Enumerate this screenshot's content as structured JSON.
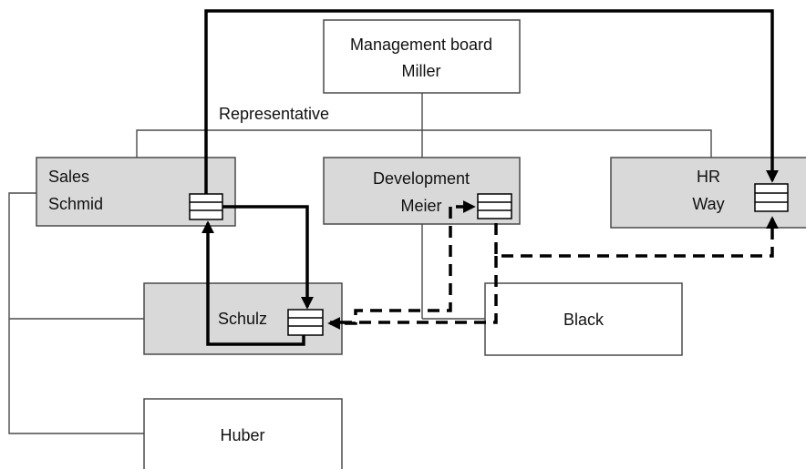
{
  "colors": {
    "line": "#4a4a4a",
    "arrow": "#000000",
    "shaded_box": "#d9d9d9",
    "plain_box": "#ffffff"
  },
  "nodes": {
    "management": {
      "line1": "Management board",
      "line2": "Miller"
    },
    "representative_label": "Representative",
    "sales": {
      "line1": "Sales",
      "line2": "Schmid"
    },
    "development": {
      "line1": "Development",
      "line2": "Meier"
    },
    "hr": {
      "line1": "HR",
      "line2": "Way"
    },
    "schulz": {
      "label": "Schulz"
    },
    "black": {
      "label": "Black"
    },
    "huber": {
      "label": "Huber"
    }
  }
}
